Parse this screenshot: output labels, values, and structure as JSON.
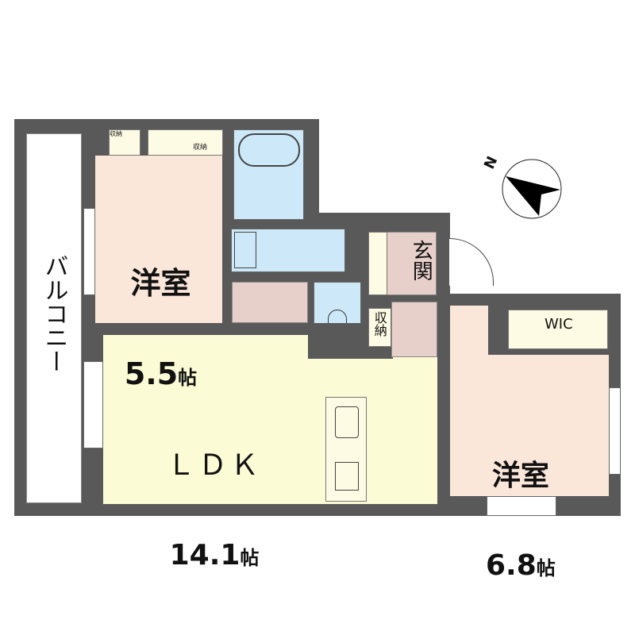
{
  "rooms": {
    "western_room_1": {
      "name": "洋室",
      "size": "5.5",
      "unit": "帖"
    },
    "ldk": {
      "name": "ＬＤＫ",
      "size": "14.1",
      "unit": "帖"
    },
    "western_room_2": {
      "name": "洋室",
      "size": "6.8",
      "unit": "帖"
    },
    "entrance": "玄関",
    "storage": "収納",
    "storage_small_1": "収納",
    "storage_small_2": "収納",
    "wic": "WIC",
    "balcony": "バルコニー"
  },
  "compass": {
    "label": "N",
    "icon": "north-arrow-icon"
  },
  "colors": {
    "wall": "#595959",
    "bedroom": "#fbe6da",
    "ldk": "#fbfbd6",
    "wet_area": "#cde9f9",
    "hall": "#e6d0c9",
    "storage": "#fdfbe3"
  }
}
